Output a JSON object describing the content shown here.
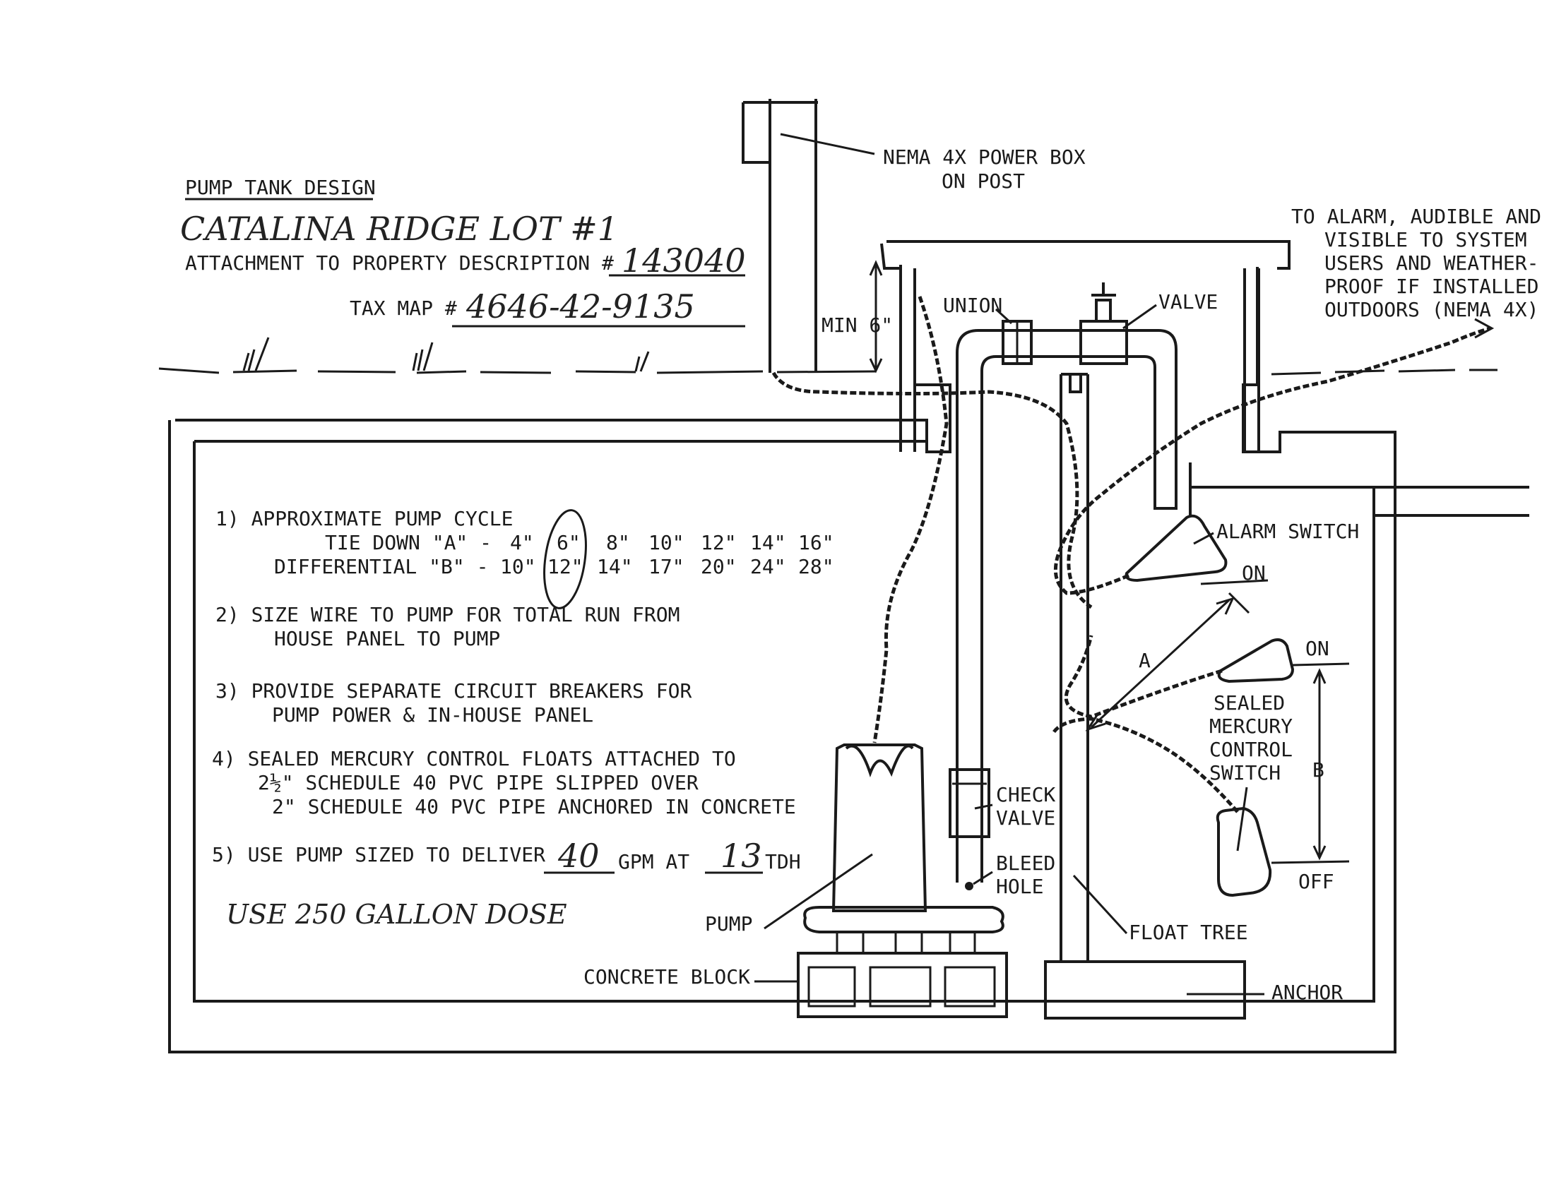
{
  "header": {
    "title": "PUMP TANK DESIGN",
    "project_handwritten": "CATALINA RIDGE LOT #1",
    "attachment_label": "ATTACHMENT TO PROPERTY DESCRIPTION #",
    "attachment_number_handwritten": "143040",
    "tax_map_label": "TAX MAP #",
    "tax_map_number_handwritten": "4646-42-9135"
  },
  "labels": {
    "power_box_line1": "NEMA 4X POWER BOX",
    "power_box_line2": "ON POST",
    "alarm_note": [
      "TO ALARM, AUDIBLE AND",
      "VISIBLE TO SYSTEM",
      "USERS AND WEATHER-",
      "PROOF IF INSTALLED",
      "OUTDOORS (NEMA 4X)"
    ],
    "min_6": "MIN 6\"",
    "union": "UNION",
    "valve": "VALVE",
    "alarm_switch": "ALARM SWITCH",
    "on_1": "ON",
    "on_2": "ON",
    "off": "OFF",
    "dim_a": "A",
    "dim_b": "B",
    "sealed_switch": [
      "SEALED",
      "MERCURY",
      "CONTROL",
      "SWITCH"
    ],
    "check_valve": [
      "CHECK",
      "VALVE"
    ],
    "bleed_hole": [
      "BLEED",
      "HOLE"
    ],
    "pump": "PUMP",
    "float_tree": "FLOAT TREE",
    "concrete_block": "CONCRETE BLOCK",
    "anchor": "ANCHOR"
  },
  "notes": {
    "n1_title": "1) APPROXIMATE PUMP CYCLE",
    "n1_row1_label": "TIE DOWN \"A\" -",
    "n1_row1_values": [
      "4\"",
      "6\"",
      "8\"",
      "10\"",
      "12\"",
      "14\"",
      "16\""
    ],
    "n1_row2_label": "DIFFERENTIAL \"B\" -",
    "n1_row2_values": [
      "10\"",
      "12\"",
      "14\"",
      "17\"",
      "20\"",
      "24\"",
      "28\""
    ],
    "n2_line1": "2) SIZE WIRE TO PUMP FOR TOTAL RUN FROM",
    "n2_line2": "HOUSE PANEL TO PUMP",
    "n3_line1": "3) PROVIDE SEPARATE CIRCUIT BREAKERS FOR",
    "n3_line2": "PUMP POWER & IN-HOUSE PANEL",
    "n4_line1": "4) SEALED MERCURY CONTROL FLOATS ATTACHED TO",
    "n4_line2": "2½\" SCHEDULE 40 PVC PIPE SLIPPED OVER",
    "n4_line3": "2\" SCHEDULE 40 PVC PIPE ANCHORED IN CONCRETE",
    "n5_prefix": "5) USE PUMP SIZED TO DELIVER",
    "n5_gpm_handwritten": "40",
    "n5_gpm_unit": "GPM AT",
    "n5_tdh_handwritten": "13",
    "n5_tdh_unit": "TDH",
    "dose_handwritten": "USE 250 GALLON DOSE"
  }
}
